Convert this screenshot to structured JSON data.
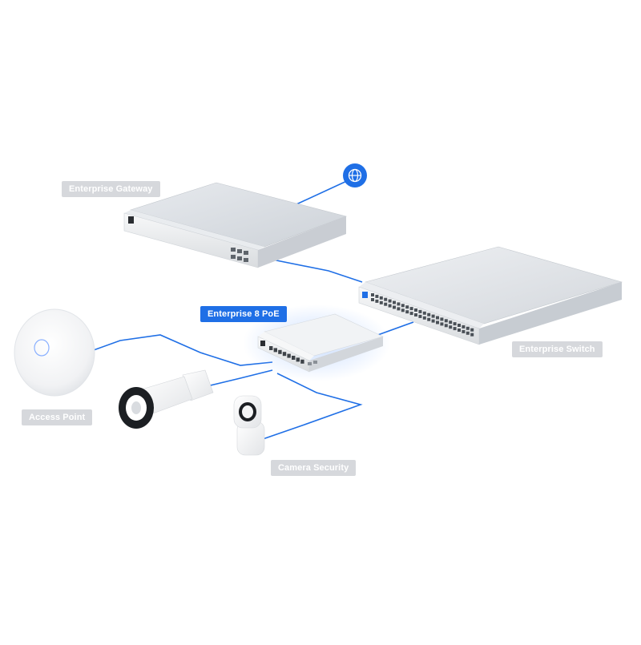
{
  "labels": {
    "gateway": "Enterprise Gateway",
    "poe": "Enterprise 8 PoE",
    "switch": "Enterprise Switch",
    "access_point": "Access Point",
    "camera_security": "Camera Security"
  },
  "colors": {
    "link": "#1f6fe6",
    "label_bg": "#d6d8dc",
    "label_active_bg": "#1f6fe6",
    "globe": "#1f6fe6"
  },
  "icons": {
    "internet": "globe-icon"
  }
}
